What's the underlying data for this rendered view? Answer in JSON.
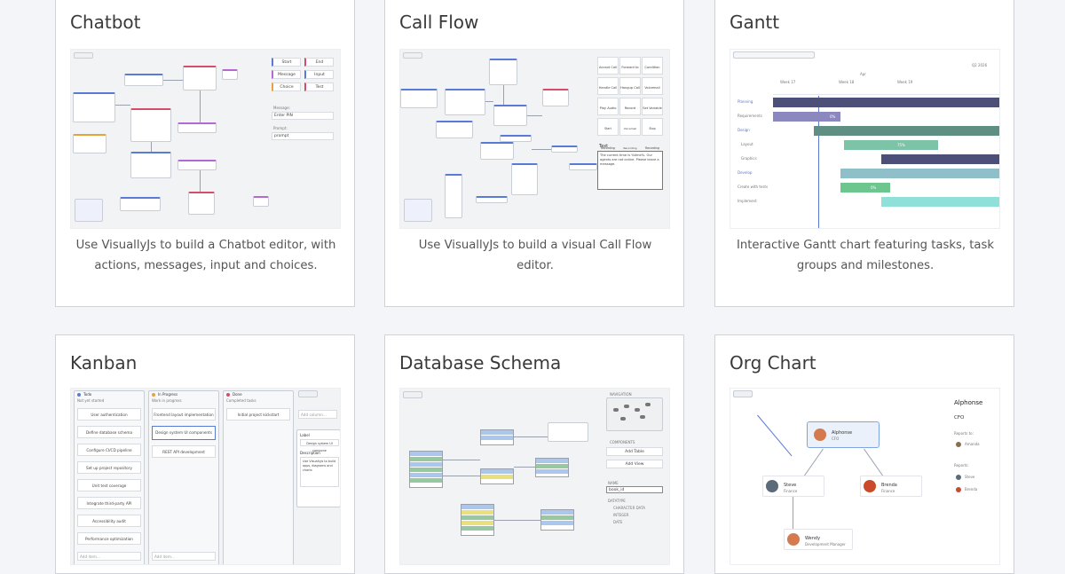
{
  "cards": [
    {
      "title": "Chatbot",
      "desc": "Use VisuallyJs to build a Chatbot editor, with actions, messages, input and choices."
    },
    {
      "title": "Call Flow",
      "desc": "Use VisuallyJs to build a visual Call Flow editor."
    },
    {
      "title": "Gantt",
      "desc": "Interactive Gantt chart featuring tasks, task groups and milestones."
    },
    {
      "title": "Kanban",
      "desc": ""
    },
    {
      "title": "Database Schema",
      "desc": ""
    },
    {
      "title": "Org Chart",
      "desc": ""
    }
  ],
  "chatbot_preview": {
    "palette": [
      "Start",
      "End",
      "Message",
      "Input",
      "Choice",
      "Test"
    ],
    "message_label": "Message:",
    "message_value": "Enter PIN",
    "prompt_label": "Prompt:",
    "prompt_value": "prompt"
  },
  "callflow_preview": {
    "palette": [
      "Accept Call",
      "Forward to phone",
      "Condition",
      "Handle Call",
      "Hangup Call",
      "Voicemail",
      "Play Audio",
      "Record",
      "Set Variable",
      "Start Recording",
      "Voicemail Recording",
      "Stop Recording"
    ],
    "text_label": "Text",
    "text_value": "The current time is %time%. Our agents are not online. Please leave a message."
  },
  "gantt_preview": {
    "month": "Apr",
    "weeks": [
      "Week 17",
      "Week 18",
      "Week 19"
    ],
    "quarter": "Q2 2026",
    "rows": [
      "Planning",
      "Requirements",
      "Design",
      "Layout",
      "Graphics",
      "Develop",
      "Create with tests",
      "Implement"
    ],
    "labels": [
      "0%",
      "75%",
      "0%"
    ]
  },
  "kanban_preview": {
    "columns": [
      {
        "title": "Todo",
        "sub": "Not yet started",
        "items": [
          "User authentication",
          "Define database schema",
          "Configure CI/CD pipeline",
          "Set up project repository",
          "Unit test coverage",
          "Integrate third-party API",
          "Accessibility audit",
          "Performance optimization"
        ],
        "add": "Add item..."
      },
      {
        "title": "In Progress",
        "sub": "Work in progress",
        "items": [
          "Frontend layout implementation",
          "Design system UI components",
          "REST API development"
        ],
        "add": "Add item..."
      },
      {
        "title": "Done",
        "sub": "Completed tasks",
        "items": [
          "Initial project kickstart"
        ],
        "add": ""
      }
    ],
    "add_column": "Add column...",
    "label_title": "Label",
    "label_value": "Design system UI compone",
    "desc_title": "Description",
    "desc_value": "Use VisuallyJs to build apps, diagrams and charts"
  },
  "dbschema_preview": {
    "nav": "NAVIGATION",
    "components": "COMPONENTS",
    "add_table": "Add Table",
    "add_view": "Add View",
    "name_label": "NAME",
    "name_value": "book_id",
    "datatype": "DATATYPE",
    "types": [
      "CHARACTER DATA",
      "INTEGER",
      "DATE"
    ]
  },
  "org_preview": {
    "root_name": "Alphonse",
    "root_role": "CFO",
    "reports_to": "Reports to:",
    "reports_to_name": "Amanda",
    "reports_label": "Reports:",
    "reports": [
      "Steve",
      "Brenda"
    ],
    "children": [
      {
        "name": "Steve",
        "role": "Finance"
      },
      {
        "name": "Brenda",
        "role": "Finance"
      }
    ],
    "third": {
      "name": "Wendy",
      "role": "Development Manager"
    }
  }
}
